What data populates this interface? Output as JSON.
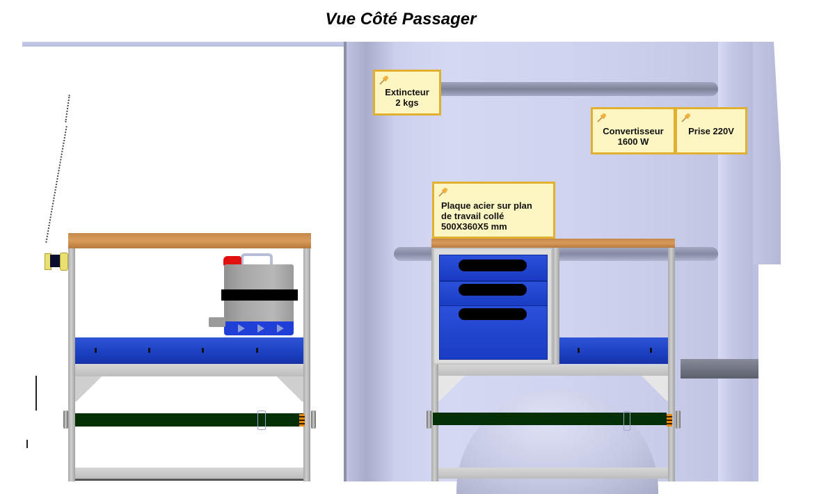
{
  "title": "Vue Côté Passager",
  "annotations": [
    {
      "id": "extincteur",
      "lines": [
        "Extincteur",
        "2 kgs"
      ],
      "icon": "pushpin-icon"
    },
    {
      "id": "convertisseur",
      "lines": [
        "Convertisseur",
        "1600 W"
      ],
      "icon": "pushpin-icon"
    },
    {
      "id": "prise",
      "lines": [
        "Prise 220V"
      ],
      "icon": "pushpin-icon"
    },
    {
      "id": "plaque",
      "lines": [
        "Plaque acier sur plan",
        "de travail collé",
        "500X360X5 mm"
      ],
      "icon": "pushpin-icon"
    }
  ],
  "components": {
    "left_shelf": {
      "parts": [
        "wood-worktop",
        "blue-bin",
        "grey-shelf",
        "green-strap",
        "bottom-shelf",
        "jerrycan",
        "ratchet-strap-anchor"
      ]
    },
    "right_shelf": {
      "parts": [
        "wood-worktop",
        "drawer-cabinet",
        "blue-bin",
        "grey-shelf",
        "green-strap",
        "bottom-shelf"
      ]
    },
    "drawer_cabinet": {
      "drawers": 3
    }
  },
  "colors": {
    "note_bg": "#fdf6c2",
    "note_border": "#e2b030",
    "wood": "#d89b5a",
    "blue_bin": "#1c3fc0",
    "strap": "#053005",
    "van_interior": "#cfd3ef",
    "jerrycan_cap": "#e01010"
  }
}
